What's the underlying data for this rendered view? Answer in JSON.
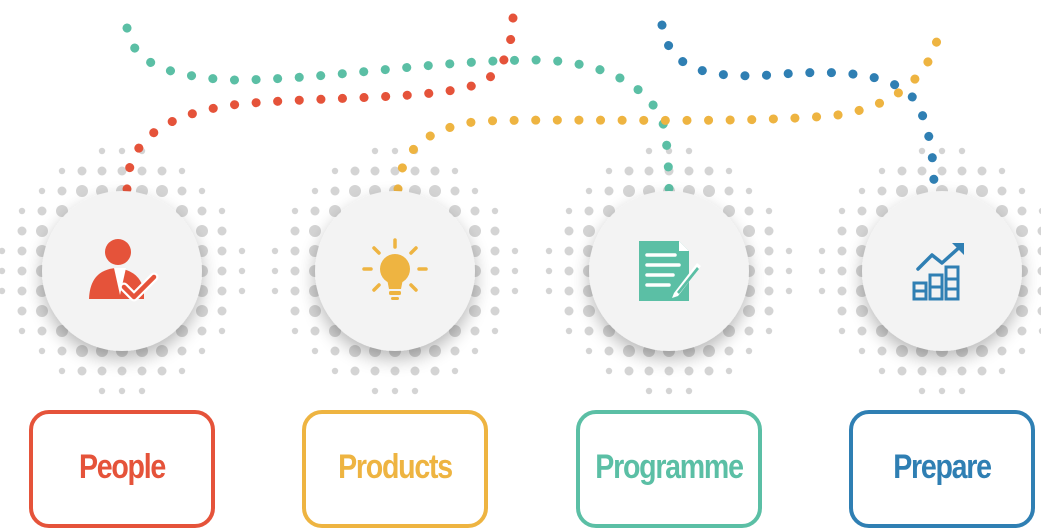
{
  "palette": {
    "red": "#e5533a",
    "yellow": "#eeb441",
    "teal": "#5bbfa5",
    "blue": "#2f7fb3",
    "halftone": "#d4d4d4",
    "circle": "#f3f3f3"
  },
  "steps": [
    {
      "label": "People",
      "color": "#e5533a",
      "icon": "person-check-icon"
    },
    {
      "label": "Products",
      "color": "#eeb441",
      "icon": "lightbulb-icon"
    },
    {
      "label": "Programme",
      "color": "#5bbfa5",
      "icon": "document-pen-icon"
    },
    {
      "label": "Prepare",
      "color": "#2f7fb3",
      "icon": "growth-chart-icon"
    }
  ]
}
